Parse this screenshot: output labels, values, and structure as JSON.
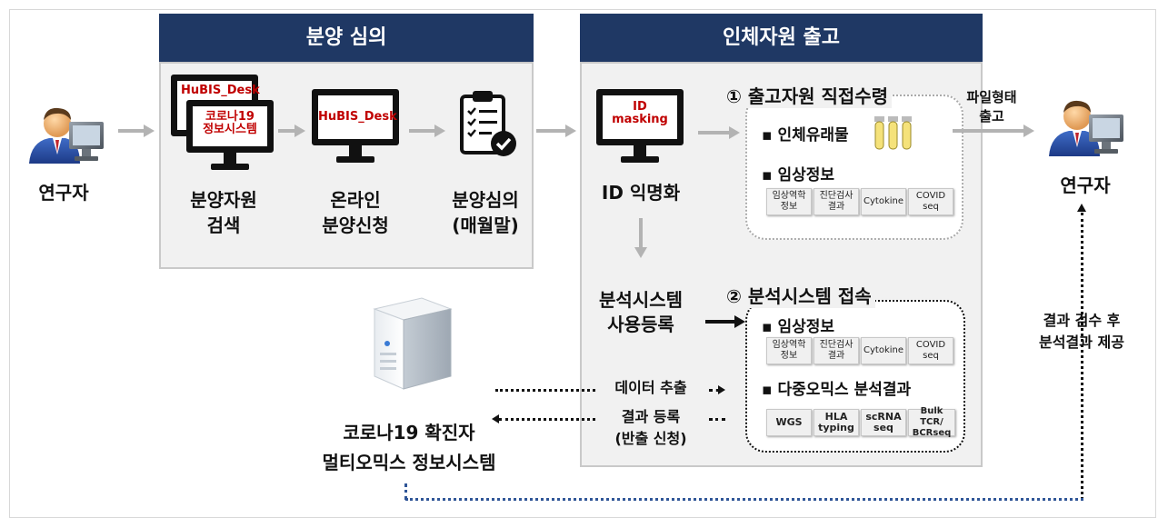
{
  "panels": {
    "left_title": "분양 심의",
    "right_title": "인체자원 출고"
  },
  "researcher_left": {
    "label": "연구자"
  },
  "researcher_right": {
    "label": "연구자"
  },
  "step_search": {
    "screen_back": "HuBIS_Desk",
    "screen_front_line1": "코로나19",
    "screen_front_line2": "정보시스템",
    "label_line1": "분양자원",
    "label_line2": "검색"
  },
  "step_online": {
    "screen": "HuBIS_Desk",
    "label_line1": "온라인",
    "label_line2": "분양신청"
  },
  "step_review": {
    "label_line1": "분양심의",
    "label_line2": "(매월말)"
  },
  "step_masking": {
    "screen_line1": "ID",
    "screen_line2": "masking",
    "label": "ID 익명화"
  },
  "step_register": {
    "label_line1": "분석시스템",
    "label_line2": "사용등록"
  },
  "option1": {
    "title": "① 출고자원 직접수령",
    "bullet1": "인체유래물",
    "bullet2": "임상정보",
    "chips": [
      {
        "l1": "임상역학",
        "l2": "정보"
      },
      {
        "l1": "진단검사",
        "l2": "결과"
      },
      {
        "l1": "Cytokine",
        "l2": ""
      },
      {
        "l1": "COVID",
        "l2": "seq"
      }
    ]
  },
  "option2": {
    "title": "② 분석시스템 접속",
    "bullet1": "임상정보",
    "bullet2": "다중오믹스 분석결과",
    "chips": [
      {
        "l1": "임상역학",
        "l2": "정보"
      },
      {
        "l1": "진단검사",
        "l2": "결과"
      },
      {
        "l1": "Cytokine",
        "l2": ""
      },
      {
        "l1": "COVID",
        "l2": "seq"
      }
    ],
    "omics_chips": [
      {
        "l1": "WGS",
        "l2": ""
      },
      {
        "l1": "HLA",
        "l2": "typing"
      },
      {
        "l1": "scRNA",
        "l2": "seq"
      },
      {
        "l1": "Bulk TCR/",
        "l2": "BCRseq"
      }
    ]
  },
  "file_delivery": {
    "line1": "파일형태",
    "line2": "출고"
  },
  "flows": {
    "extract": "데이터 추출",
    "register_line1": "결과 등록",
    "register_line2": "(반출 신청)"
  },
  "result_review": {
    "line1": "결과 검수 후",
    "line2": "분석결과 제공"
  },
  "server": {
    "label_line1": "코로나19 확진자",
    "label_line2": "멀티오믹스 정보시스템"
  },
  "colors": {
    "header_navy": "#1f3864",
    "red_text": "#c00000",
    "arrow_gray": "#b3b3b3",
    "panel_bg": "#f1f1f1"
  },
  "icons": [
    "researcher-icon",
    "monitor-icon",
    "clipboard-check-icon",
    "test-tubes-icon",
    "server-icon"
  ]
}
